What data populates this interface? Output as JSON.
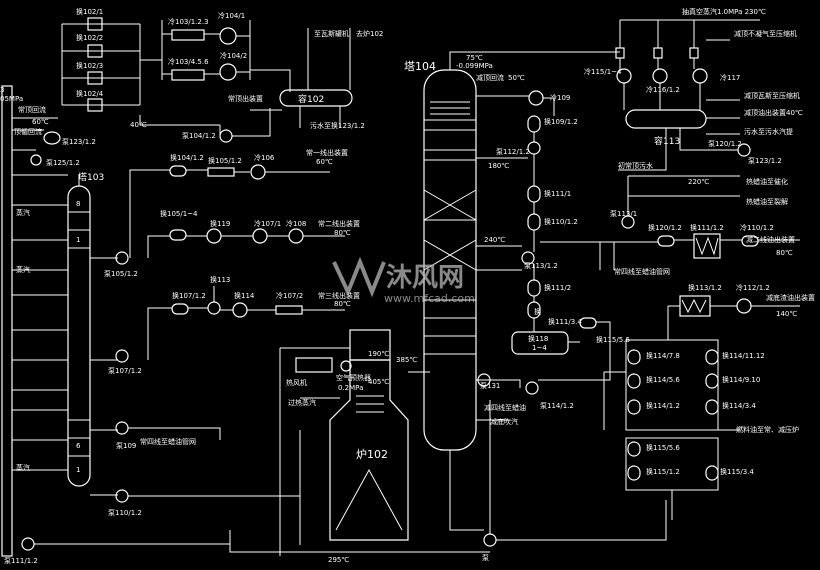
{
  "labels": {
    "left_edge": {
      "top_num": "3",
      "mpa": "05MPa",
      "reflux": "常顶回流",
      "t60": "60℃",
      "cooler": "顶循回流",
      "pump123": "泵123/1.2",
      "pump125": "泵125/1.2",
      "steam1": "蒸汽",
      "steam2": "蒸汽",
      "steam3": "蒸汽"
    },
    "coolers_group_a": [
      "换102/1",
      "换102/2",
      "换102/3",
      "换102/4"
    ],
    "coolers_group_b": {
      "top": "冷103/1.2.3",
      "bottom": "冷103/4.5.6",
      "hx1": "冷104/1",
      "hx2": "冷104/2"
    },
    "vessel102": {
      "name": "容102",
      "top_out": "常顶出装置",
      "water": "污水至换123/1.2",
      "gas1": "至瓦斯罐机",
      "gas2": "去炉102",
      "t40": "40℃",
      "pump104": "泵104/1.2"
    },
    "tower103": {
      "name": "塔103",
      "tray8": "8",
      "tray1a": "1",
      "tray6": "6",
      "tray1b": "1",
      "steam_side": "蒸汽"
    },
    "side1": {
      "pump": "泵105/1.2",
      "a": "换104/1.2",
      "b": "换105/1.2",
      "c": "冷106",
      "product": "常一线出装置",
      "temp": "60℃"
    },
    "side2": {
      "a": "换105/1~4",
      "b": "换119",
      "c": "冷107/1",
      "d": "冷108",
      "product": "常二线出装置",
      "temp": "80℃"
    },
    "side3": {
      "pump": "泵107/1.2",
      "a": "换107/1.2",
      "b": "换113",
      "c": "换114",
      "d": "冷107/2",
      "product": "常三线出装置",
      "temp": "80℃"
    },
    "bottom_left": {
      "pump109": "泵109",
      "line": "常四线至蜡油管网",
      "pump110": "泵110/1.2",
      "pump111": "泵111/1.2",
      "t295": "295℃"
    },
    "furnace": {
      "name": "炉102",
      "t190": "190℃",
      "t405": "405℃",
      "t385": "385℃",
      "fan": "热风机",
      "steam": "过热蒸汽",
      "air": "空气预热器",
      "pressure": "0.2MPa"
    },
    "tower104": {
      "name": "塔104",
      "t75": "75℃",
      "pressure": "-0.099MPa",
      "reflux": "减顶回流",
      "t50": "50℃",
      "t180": "180℃",
      "t240": "240℃",
      "pump131": "泵131",
      "pump114": "泵114/1.2",
      "line_wax": "减四线至蜡油",
      "steam_bottom": "减底吹汽",
      "pump_label": "泵"
    },
    "mid_column": {
      "c109": "冷109",
      "h109": "换109/1.2",
      "p112": "泵112/1.2",
      "h111": "换111/1",
      "h110": "换110/1.2",
      "p113": "泵113/1.2",
      "h111b": "换111/2",
      "h111c": "换111/3.4",
      "h115": "换115/5.6",
      "hx118": "换118",
      "hx118b": "1~4",
      "hx_label": "换"
    },
    "vessel113": {
      "name": "容113",
      "top_line": "抽真空蒸汽1.0MPa 230℃",
      "c115": "冷115/1~4",
      "c116": "冷116/1.2",
      "c117": "冷117",
      "noncond": "减顶不凝气至压缩机",
      "oil": "减顶瓦斯至压缩机",
      "t40_out": "减顶油出装置40℃",
      "water": "污水至污水汽提",
      "p120": "泵120/1.2",
      "p123": "泵123/1.2",
      "reflux": "初常顶污水"
    },
    "right_side": {
      "t220": "220℃",
      "wax1": "热蜡油至催化",
      "wax2": "热蜡油至裂解",
      "p113_1": "泵113/1",
      "h120": "换120/1.2",
      "h111": "换111/1.2",
      "c110": "冷110/1.2",
      "out1": "减二线油出装置",
      "t80": "80℃",
      "wax_line": "常四线至蜡油管网",
      "h113": "换113/1.2",
      "c112": "冷112/1.2",
      "out2": "减底渣油出装置",
      "t140": "140℃"
    },
    "exch_block": {
      "l1": "换114/7.8",
      "l2": "换114/5.6",
      "l3": "换114/1.2",
      "r1": "换114/11.12",
      "r2": "换114/9.10",
      "r3": "换114/3.4",
      "b1": "换115/5.6",
      "b2": "换115/1.2",
      "b3": "换115/3.4",
      "feed": "燃料油至常、减压炉"
    },
    "watermark": {
      "brand": "沐风网",
      "url": "www.mfcad.com"
    }
  }
}
